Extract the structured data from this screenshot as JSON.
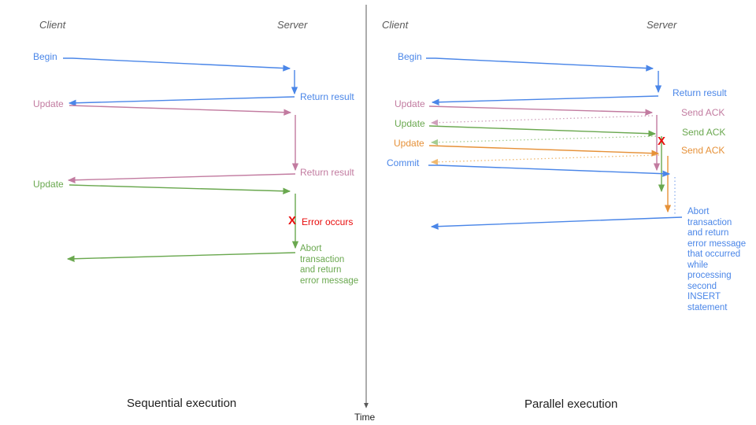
{
  "time_axis_label": "Time",
  "colors": {
    "blue": "#4a86e8",
    "pink": "#c27ba0",
    "green": "#6aa84f",
    "orange": "#e69138",
    "red": "#e80c0c",
    "header_gray": "#595959",
    "axis_gray": "#595959"
  },
  "left_panel": {
    "caption": "Sequential execution",
    "client_header": "Client",
    "server_header": "Server",
    "begin_label": "Begin",
    "begin_return_label": "Return result",
    "update1_label": "Update",
    "update1_return_label": "Return result",
    "update2_label": "Update",
    "error_x": "X",
    "error_label": "Error occurs",
    "abort_note": "Abort\ntransaction\nand return\nerror message"
  },
  "right_panel": {
    "caption": "Parallel execution",
    "client_header": "Client",
    "server_header": "Server",
    "begin_label": "Begin",
    "begin_return_label": "Return result",
    "update1_label": "Update",
    "ack1_label": "Send ACK",
    "update2_label": "Update",
    "ack2_label": "Send ACK",
    "update3_label": "Update",
    "ack3_label": "Send ACK",
    "commit_label": "Commit",
    "error_x": "X",
    "abort_note": "Abort\ntransaction\nand return\nerror message\nthat occurred\nwhile\nprocessing\nsecond\nINSERT\nstatement"
  }
}
